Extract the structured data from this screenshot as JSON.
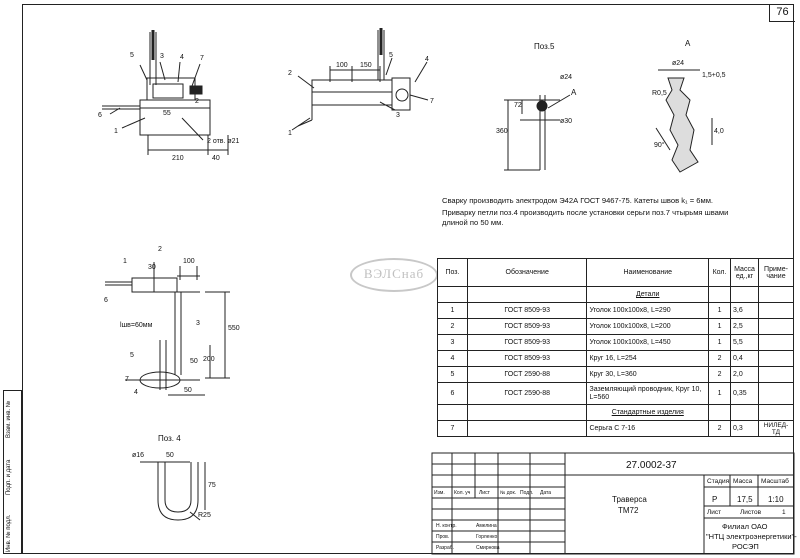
{
  "page_number": "76",
  "watermark": "ВЭЛСнаб",
  "notes": [
    "Сварку производить электродом Э42А ГОСТ 9467-75.  Катеты швов k₁ = 6мм.",
    "Приварку петли поз.4 производить после установки серьги поз.7 чтырьмя швами",
    "длиной по 50 мм."
  ],
  "views": {
    "front": {
      "dims": [
        "210",
        "40"
      ],
      "callouts": [
        "5",
        "3",
        "4",
        "7",
        "2",
        "6",
        "1"
      ],
      "holes": "2 отв. ø21",
      "extra": "55"
    },
    "side": {
      "dims": [
        "100",
        "150"
      ],
      "callouts": [
        "5",
        "4",
        "2",
        "3",
        "7",
        "1"
      ]
    },
    "pos5": {
      "title": "Поз.5",
      "dims": [
        "ø24",
        "72",
        "ø30",
        "360"
      ],
      "section_mark": "А"
    },
    "sectionA": {
      "title": "А",
      "dims": [
        "ø24",
        "1,5+0,5",
        "R0,5",
        "90°",
        "4,0"
      ]
    },
    "top": {
      "dims": [
        "30",
        "100",
        "550",
        "50",
        "200",
        "50"
      ],
      "callouts": [
        "1",
        "2",
        "3",
        "6",
        "5",
        "7",
        "4"
      ],
      "weld": "lшв=60мм"
    },
    "pos4": {
      "title": "Поз. 4",
      "dims": [
        "ø16",
        "50",
        "75",
        "R25"
      ]
    }
  },
  "spec": {
    "headers": [
      "Поз.",
      "Обозначение",
      "Наименование",
      "Кол.",
      "Масса ед.,кг",
      "Приме-чание"
    ],
    "section_details": "Детали",
    "rows": [
      {
        "pos": "1",
        "doc": "ГОСТ 8509-93",
        "name": "Уголок 100x100x8, L=290",
        "qty": "1",
        "mass": "3,6",
        "note": ""
      },
      {
        "pos": "2",
        "doc": "ГОСТ 8509-93",
        "name": "Уголок 100x100x8, L=200",
        "qty": "1",
        "mass": "2,5",
        "note": ""
      },
      {
        "pos": "3",
        "doc": "ГОСТ 8509-93",
        "name": "Уголок 100x100x8, L=450",
        "qty": "1",
        "mass": "5,5",
        "note": ""
      },
      {
        "pos": "4",
        "doc": "ГОСТ 8509-93",
        "name": "Круг 16, L=254",
        "qty": "2",
        "mass": "0,4",
        "note": ""
      },
      {
        "pos": "5",
        "doc": "ГОСТ 2590-88",
        "name": "Круг 30, L=360",
        "qty": "2",
        "mass": "2,0",
        "note": ""
      },
      {
        "pos": "6",
        "doc": "ГОСТ 2590-88",
        "name": "Заземляющий проводник, Круг 10, L=560",
        "qty": "1",
        "mass": "0,35",
        "note": ""
      }
    ],
    "section_standard": "Стандартные изделия",
    "std_rows": [
      {
        "pos": "7",
        "doc": "",
        "name": "Серьга С 7-16",
        "qty": "2",
        "mass": "0,3",
        "note": "НИЛЕД-ТД"
      }
    ]
  },
  "title_block": {
    "code": "27.0002-37",
    "name_line1": "Траверса",
    "name_line2": "ТМ72",
    "hdr_stage": "Стадия",
    "hdr_mass": "Масса",
    "hdr_scale": "Масштаб",
    "stage": "Р",
    "mass": "17,5",
    "scale": "1:10",
    "sheet_label": "Лист",
    "sheets_label": "Листов",
    "sheets": "1",
    "org_line1": "Филиал ОАО",
    "org_line2": "\"НТЦ электроэнергетики\"-",
    "org_line3": "РОСЭП",
    "cols": [
      "Изм.",
      "Кол. уч",
      "Лист",
      "№ док.",
      "Подп.",
      "Дата"
    ],
    "people": [
      {
        "role": "Н. контр.",
        "name": "Амелина"
      },
      {
        "role": "Пров.",
        "name": "Горленко"
      },
      {
        "role": "Разраб.",
        "name": "Смирнова"
      }
    ]
  },
  "sidebar": [
    "Инв. № подл.",
    "Подп. и дата",
    "Взам. инв. №"
  ]
}
